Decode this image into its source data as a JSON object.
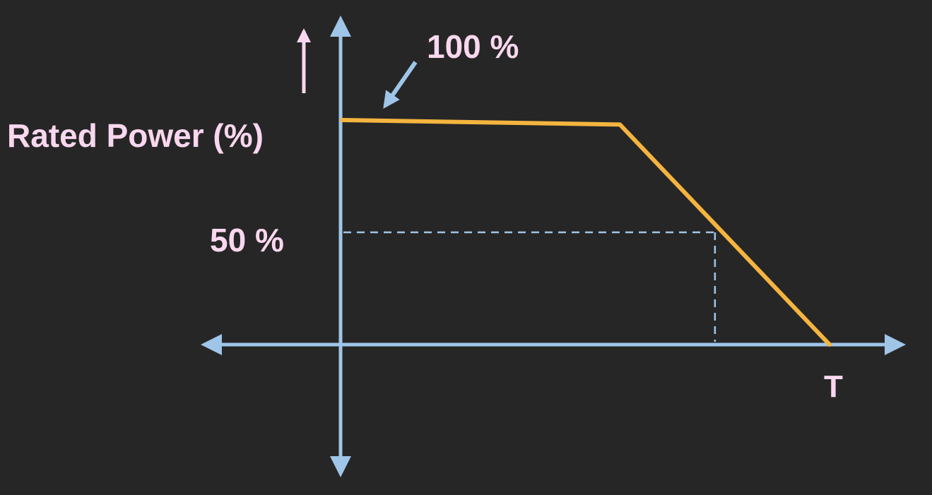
{
  "chart_data": {
    "type": "line",
    "ylabel": "Rated Power (%)",
    "xlabel": "T",
    "annotation": "100 %",
    "reference_label": "50 %",
    "series": [
      {
        "x": [
          0,
          0.57,
          1
        ],
        "y": [
          100,
          98,
          0
        ]
      }
    ],
    "reference": {
      "x": 0.765,
      "y": 50
    },
    "ylim": [
      0,
      100
    ],
    "xlim": [
      0,
      1
    ],
    "grid": false,
    "colors": {
      "background": "#262626",
      "axis": "#9FC5E8",
      "line": "#F4B43F",
      "text": "#F9D7EE",
      "reference": "#9FC5E8"
    }
  }
}
